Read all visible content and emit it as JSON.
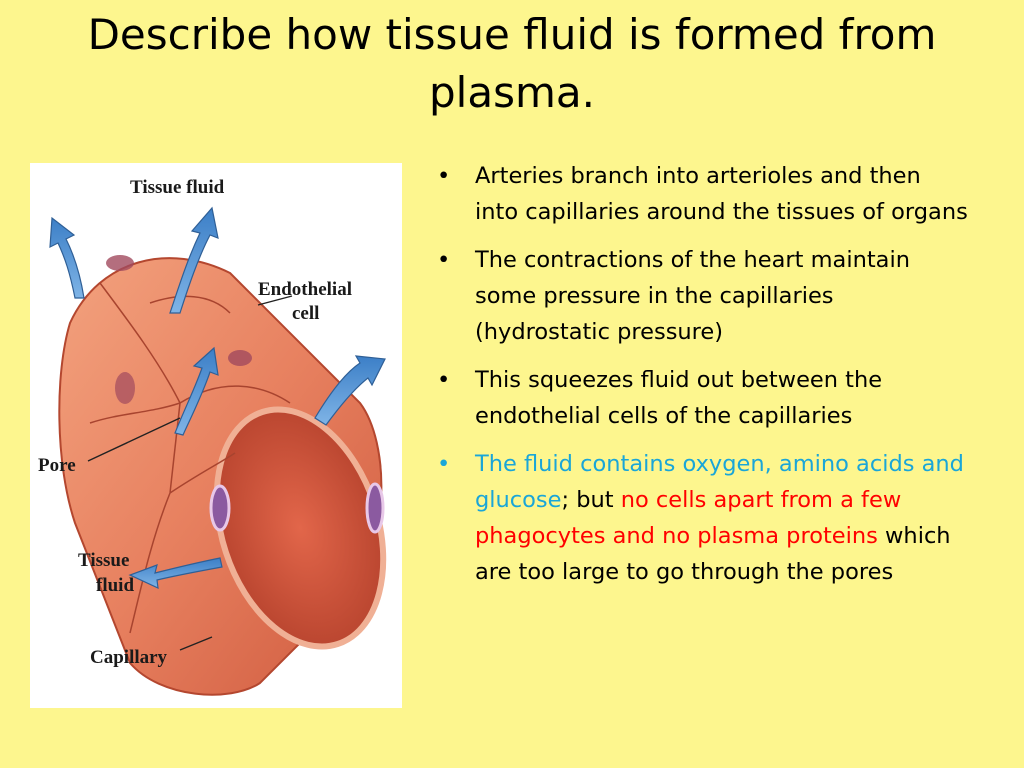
{
  "title": "Describe how tissue fluid is formed from plasma.",
  "figure": {
    "labels": {
      "tissue_fluid_top": "Tissue fluid",
      "endothelial_line1": "Endothelial",
      "endothelial_line2": "cell",
      "pore": "Pore",
      "tissue_fluid_bottom_line1": "Tissue",
      "tissue_fluid_bottom_line2": "fluid",
      "capillary": "Capillary"
    }
  },
  "bullets": {
    "b1": "Arteries branch into arterioles and then into capillaries around the tissues of organs",
    "b2": "The contractions of the heart maintain some pressure in the capillaries (hydrostatic pressure)",
    "b3": "This squeezes fluid out between the endothelial cells of the capillaries",
    "b4_part1": "The fluid contains oxygen, amino acids and glucose",
    "b4_part2": "; but ",
    "b4_part3": "no cells apart from a few phagocytes and no plasma proteins",
    "b4_part4": " which are too large to go through the pores"
  },
  "colors": {
    "background": "#fdf68e",
    "highlight_cyan": "#1aa6d8",
    "highlight_red": "#ff0000"
  },
  "bullet_char": "•"
}
